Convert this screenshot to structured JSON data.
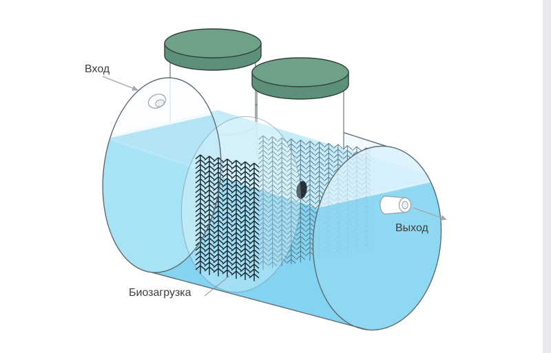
{
  "diagram": {
    "labels": {
      "inlet": "Вход",
      "outlet": "Выход",
      "biofilter": "Биозагрузка"
    },
    "colors": {
      "background": "#FFFFFF",
      "tank_base": "#F2FAFD",
      "water": "#73CDEF",
      "water_surface": "#C2EAF8",
      "cap_left_air": "#FDFEFF",
      "cap_left_water": "#AFE4F6",
      "cap_right_air": "#D8F1FA",
      "cap_right_water": "#90D8F2",
      "neck": "#FFFFFF",
      "lid_top": "#6FA189",
      "lid_side": "#5C9078",
      "lid_outline": "#31413C",
      "outline": "#5E6A73",
      "partition_fill": "rgba(255,255,255,0.25)",
      "partition_stroke": "rgba(100,125,135,0.5)",
      "brush_dark": "#17242C",
      "brush_light": "#4F6C7B",
      "blob": "#132028",
      "arrow": "#A2A8AC",
      "leader": "#8A9095",
      "label_text": "#3C3C3C",
      "scrollbar": "#E8EAED"
    }
  }
}
